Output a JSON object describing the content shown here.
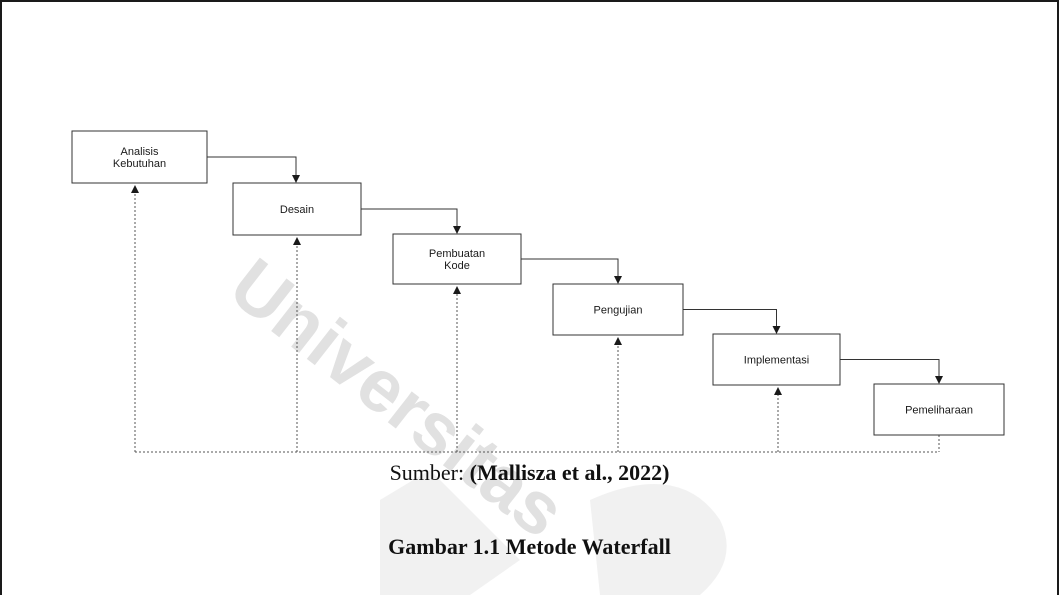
{
  "stages": [
    {
      "id": "analisis",
      "label_lines": [
        "Analisis",
        "Kebutuhan"
      ]
    },
    {
      "id": "desain",
      "label_lines": [
        "Desain"
      ]
    },
    {
      "id": "pembuatan",
      "label_lines": [
        "Pembuatan",
        "Kode"
      ]
    },
    {
      "id": "pengujian",
      "label_lines": [
        "Pengujian"
      ]
    },
    {
      "id": "implementasi",
      "label_lines": [
        "Implementasi"
      ]
    },
    {
      "id": "pemeliharaan",
      "label_lines": [
        "Pemeliharaan"
      ]
    }
  ],
  "caption": {
    "source_prefix": "Sumber: ",
    "source_ref": "(Mallisza et al., 2022)",
    "figure_title": "Gambar 1.1 Metode Waterfall"
  },
  "watermark": {
    "text": "Universitas",
    "color": "#d9d9d9"
  },
  "colors": {
    "line": "#333333",
    "box_border": "#333333",
    "text": "#111111"
  }
}
